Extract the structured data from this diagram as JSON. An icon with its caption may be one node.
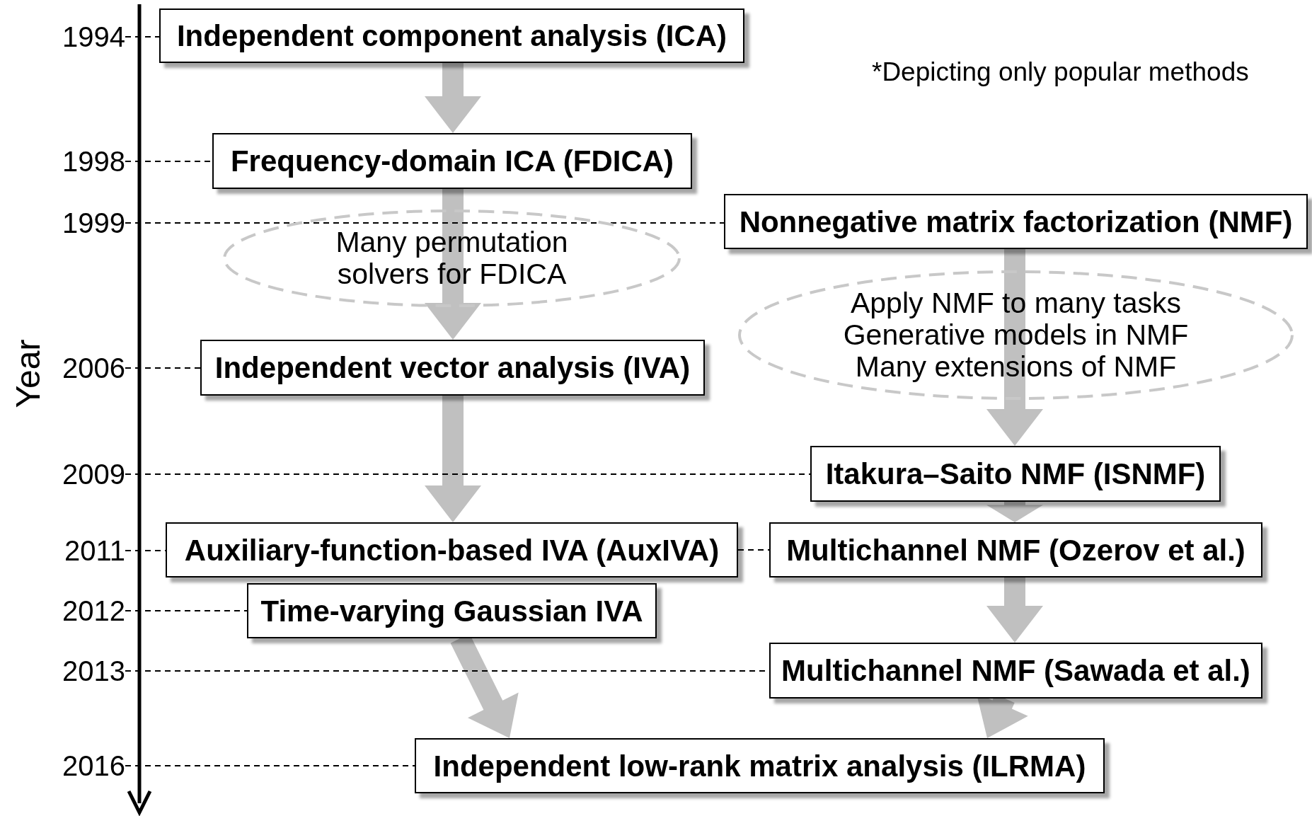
{
  "diagram": {
    "nodes": [
      {
        "text": [
          "Independent component analysis (ICA)"
        ]
      },
      {
        "text": [
          "Frequency-domain ICA (FDICA)"
        ]
      },
      {
        "text": [
          "Nonnegative matrix factorization (NMF)"
        ]
      },
      {
        "text": [
          "Many permutation solvers for FDICA"
        ]
      },
      {
        "text": [
          "Apply NMF to many tasks",
          "Generative models in NMF",
          "Many extensions of NMF"
        ]
      },
      {
        "text": [
          "Independent vector analysis (IVA)"
        ]
      },
      {
        "text": [
          "Itakura–Saito NMF (ISNMF)"
        ]
      },
      {
        "text": [
          "Auxiliary-function-based IVA (AuxIVA)"
        ]
      },
      {
        "text": [
          "Multichannel NMF (Ozerov et al.)"
        ]
      },
      {
        "text": [
          "Time-varying Gaussian IVA"
        ]
      },
      {
        "text": [
          "Multichannel NMF (Sawada et al.)"
        ]
      },
      {
        "text": [
          "Independent low-rank matrix analysis (ILRMA)"
        ]
      },
      {
        "text": [
          "1994"
        ]
      },
      {
        "text": [
          "1998"
        ]
      },
      {
        "text": [
          "1999"
        ]
      },
      {
        "text": [
          "2006"
        ]
      },
      {
        "text": [
          "2009"
        ]
      },
      {
        "text": [
          "2011"
        ]
      },
      {
        "text": [
          "2012"
        ]
      },
      {
        "text": [
          "2013"
        ]
      },
      {
        "text": [
          "2016"
        ]
      }
    ],
    "edges": [
      {
        "from": 0,
        "to": 1,
        "arrow": "to",
        "style": "thick",
        "color": "#c0c0c0"
      },
      {
        "from": 1,
        "to": 5,
        "arrow": "to",
        "style": "thick",
        "color": "#c0c0c0"
      },
      {
        "from": 2,
        "to": 6,
        "arrow": "to",
        "style": "thick",
        "color": "#c0c0c0"
      },
      {
        "from": 5,
        "to": 7,
        "arrow": "to",
        "style": "thick",
        "color": "#c0c0c0"
      },
      {
        "from": 6,
        "to": 8,
        "arrow": "to",
        "style": "thick",
        "color": "#c0c0c0"
      },
      {
        "from": 8,
        "to": 10,
        "arrow": "to",
        "style": "thick",
        "color": "#c0c0c0"
      },
      {
        "from": 9,
        "to": 11,
        "arrow": "to",
        "style": "thick",
        "color": "#c0c0c0"
      },
      {
        "from": 10,
        "to": 11,
        "arrow": "to",
        "style": "thick",
        "color": "#c0c0c0"
      },
      {
        "from": 12,
        "to": 0,
        "arrow": "none",
        "style": "dashed"
      },
      {
        "from": 13,
        "to": 1,
        "arrow": "none",
        "style": "dashed"
      },
      {
        "from": 14,
        "to": 2,
        "arrow": "none",
        "style": "dashed"
      },
      {
        "from": 15,
        "to": 5,
        "arrow": "none",
        "style": "dashed"
      },
      {
        "from": 16,
        "to": 6,
        "arrow": "none",
        "style": "dashed"
      },
      {
        "from": 17,
        "to": 7,
        "arrow": "none",
        "style": "dashed"
      },
      {
        "from": 7,
        "to": 8,
        "arrow": "none",
        "style": "dashed"
      },
      {
        "from": 18,
        "to": 9,
        "arrow": "none",
        "style": "dashed"
      },
      {
        "from": 19,
        "to": 10,
        "arrow": "none",
        "style": "dashed"
      },
      {
        "from": 20,
        "to": 11,
        "arrow": "none",
        "style": "dashed"
      }
    ],
    "labels": [
      "*Depicting only popular methods",
      "Year"
    ]
  }
}
